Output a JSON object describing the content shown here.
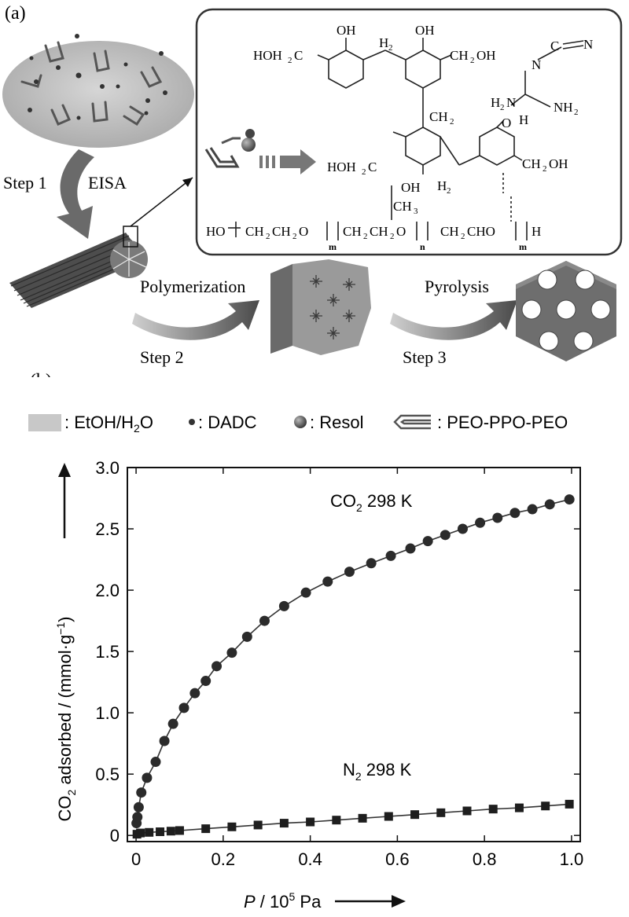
{
  "panel_a": {
    "label": "(a)",
    "step1": "Step 1",
    "eisa": "EISA",
    "polymerization": "Polymerization",
    "step2": "Step 2",
    "pyrolysis": "Pyrolysis",
    "step3": "Step 3",
    "chem": {
      "oh_top1": "OH",
      "h2_top": "H",
      "oh_top2": "OH",
      "hoh2c_left": "HOH",
      "c_left": "C",
      "ch2oh_right": "CH",
      "oh_suffix": "OH",
      "ch2_mid": "CH",
      "n_top": "N",
      "c_cn": "C",
      "n_cn": "N",
      "n_mid": "N",
      "h2n": "H",
      "n_h2n": "N",
      "nh2": "NH",
      "h_below": "H",
      "o_ring": "O",
      "hoh2c_2": "HOH",
      "c_2": "C",
      "ch2oh_2": "CH",
      "oh_2": "OH",
      "oh_bottom": "OH",
      "h2_bottom": "H",
      "ch3": "CH",
      "poly_ho": "HO",
      "poly_seg1": "CH",
      "poly_seg1b": "CH",
      "poly_seg1c": "O",
      "m1": "m",
      "poly_seg2": "CH",
      "poly_seg2b": "CH",
      "poly_seg2c": "O",
      "n_sub": "n",
      "poly_seg3": "CH",
      "poly_seg3b": "CHO",
      "m2": "m",
      "poly_end": "H",
      "sub2": "2",
      "sub3": "3"
    }
  },
  "panel_b_label": "(b)",
  "legend": [
    {
      "label": "EtOH/H",
      "sub": "2",
      "tail": "O",
      "icon": "solvent-swatch-icon"
    },
    {
      "label": "DADC",
      "icon": "small-dot-icon"
    },
    {
      "label": "Resol",
      "icon": "large-sphere-icon"
    },
    {
      "label": "PEO-PPO-PEO",
      "icon": "copolymer-hairpin-icon"
    }
  ],
  "chart_data": {
    "type": "scatter",
    "xlabel": "P / 10",
    "xlabel_sup": "5",
    "xlabel_unit": " Pa",
    "ylabel": "CO",
    "ylabel_sub": "2",
    "ylabel_mid": " adsorbed / (mmol·g",
    "ylabel_sup": "−1",
    "ylabel_end": ")",
    "xlim": [
      -0.02,
      1.02
    ],
    "ylim": [
      -0.05,
      3.0
    ],
    "x_ticks": [
      "0",
      "0.2",
      "0.4",
      "0.6",
      "0.8",
      "1.0"
    ],
    "x_tick_values": [
      0,
      0.2,
      0.4,
      0.6,
      0.8,
      1.0
    ],
    "y_ticks": [
      "0",
      "0.5",
      "1.0",
      "1.5",
      "2.0",
      "2.5",
      "3.0"
    ],
    "y_tick_values": [
      0,
      0.5,
      1.0,
      1.5,
      2.0,
      2.5,
      3.0
    ],
    "series": [
      {
        "name": "CO2 298 K",
        "label_main": "CO",
        "label_sub": "2",
        "label_tail": " 298 K",
        "marker": "circle",
        "x": [
          0.001,
          0.003,
          0.006,
          0.012,
          0.025,
          0.045,
          0.065,
          0.085,
          0.11,
          0.135,
          0.16,
          0.185,
          0.22,
          0.255,
          0.295,
          0.34,
          0.39,
          0.44,
          0.49,
          0.54,
          0.585,
          0.63,
          0.67,
          0.71,
          0.75,
          0.79,
          0.83,
          0.87,
          0.91,
          0.95,
          0.995
        ],
        "y": [
          0.1,
          0.15,
          0.23,
          0.35,
          0.47,
          0.6,
          0.77,
          0.91,
          1.04,
          1.16,
          1.26,
          1.38,
          1.49,
          1.62,
          1.75,
          1.87,
          1.98,
          2.07,
          2.15,
          2.22,
          2.28,
          2.34,
          2.4,
          2.45,
          2.5,
          2.55,
          2.59,
          2.63,
          2.66,
          2.7,
          2.74
        ]
      },
      {
        "name": "N2 298 K",
        "label_main": "N",
        "label_sub": "2",
        "label_tail": " 298 K",
        "marker": "square",
        "x": [
          0.002,
          0.01,
          0.03,
          0.055,
          0.08,
          0.1,
          0.16,
          0.22,
          0.28,
          0.34,
          0.4,
          0.46,
          0.52,
          0.58,
          0.64,
          0.7,
          0.76,
          0.82,
          0.88,
          0.94,
          0.995
        ],
        "y": [
          0.01,
          0.02,
          0.025,
          0.03,
          0.035,
          0.04,
          0.055,
          0.07,
          0.085,
          0.1,
          0.11,
          0.125,
          0.14,
          0.155,
          0.17,
          0.185,
          0.2,
          0.215,
          0.225,
          0.24,
          0.255
        ]
      }
    ]
  }
}
